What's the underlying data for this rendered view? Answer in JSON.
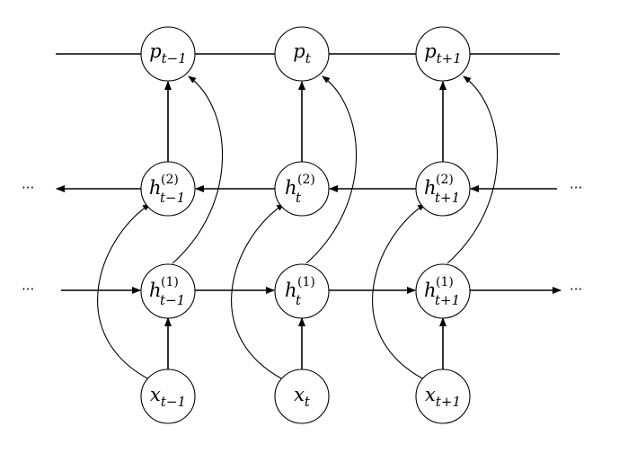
{
  "labels": {
    "x_prev": {
      "base": "x",
      "sub": "t−1"
    },
    "x_cur": {
      "base": "x",
      "sub": "t"
    },
    "x_next": {
      "base": "x",
      "sub": "t+1"
    },
    "h1_prev": {
      "base": "h",
      "sup": "(1)",
      "sub": "t−1"
    },
    "h1_cur": {
      "base": "h",
      "sup": "(1)",
      "sub": "t"
    },
    "h1_next": {
      "base": "h",
      "sup": "(1)",
      "sub": "t+1"
    },
    "h2_prev": {
      "base": "h",
      "sup": "(2)",
      "sub": "t−1"
    },
    "h2_cur": {
      "base": "h",
      "sup": "(2)",
      "sub": "t"
    },
    "h2_next": {
      "base": "h",
      "sup": "(2)",
      "sub": "t+1"
    },
    "p_prev": {
      "base": "p",
      "sub": "t−1"
    },
    "p_cur": {
      "base": "p",
      "sub": "t"
    },
    "p_next": {
      "base": "p",
      "sub": "t+1"
    }
  },
  "ellipses": {
    "h2_left": "···",
    "h2_right": "···",
    "h1_left": "···",
    "h1_right": "···"
  }
}
